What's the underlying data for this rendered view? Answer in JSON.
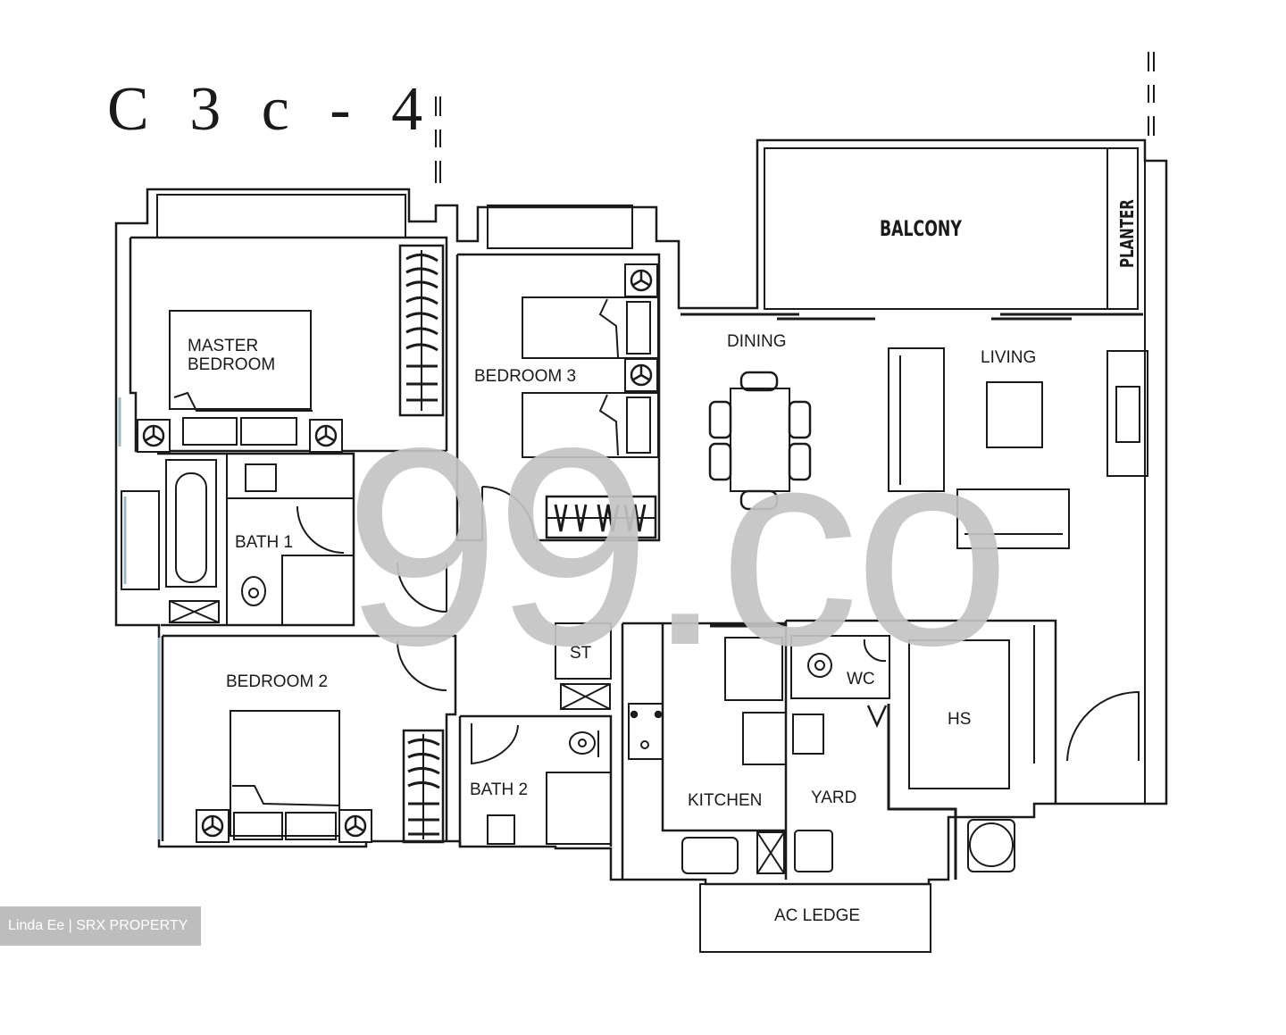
{
  "plan": {
    "unit_type": "C3c-4",
    "unit_type_display": "C 3 c - 4",
    "colors": {
      "wall": "#1a1a1a",
      "floor": "#f7fafc",
      "window": "#9fb8c8",
      "watermark": "#c4c4c4",
      "credit_bg": "#bdbdbd",
      "credit_text": "#ffffff"
    },
    "rooms": [
      {
        "id": "master-bedroom",
        "line1": "MASTER",
        "line2": "BEDROOM"
      },
      {
        "id": "bedroom-3",
        "label": "BEDROOM 3"
      },
      {
        "id": "bath-1",
        "label": "BATH 1"
      },
      {
        "id": "bedroom-2",
        "label": "BEDROOM 2"
      },
      {
        "id": "bath-2",
        "label": "BATH 2"
      },
      {
        "id": "st",
        "label": "ST"
      },
      {
        "id": "dining",
        "label": "DINING"
      },
      {
        "id": "living",
        "label": "LIVING"
      },
      {
        "id": "balcony",
        "label": "BALCONY"
      },
      {
        "id": "planter",
        "label": "PLANTER"
      },
      {
        "id": "kitchen",
        "label": "KITCHEN"
      },
      {
        "id": "yard",
        "label": "YARD"
      },
      {
        "id": "wc",
        "label": "WC"
      },
      {
        "id": "hs",
        "label": "HS"
      },
      {
        "id": "ac-ledge",
        "label": "AC LEDGE"
      }
    ]
  },
  "watermark": {
    "text": "99.co"
  },
  "credit": {
    "text": "Linda Ee | SRX PROPERTY"
  }
}
